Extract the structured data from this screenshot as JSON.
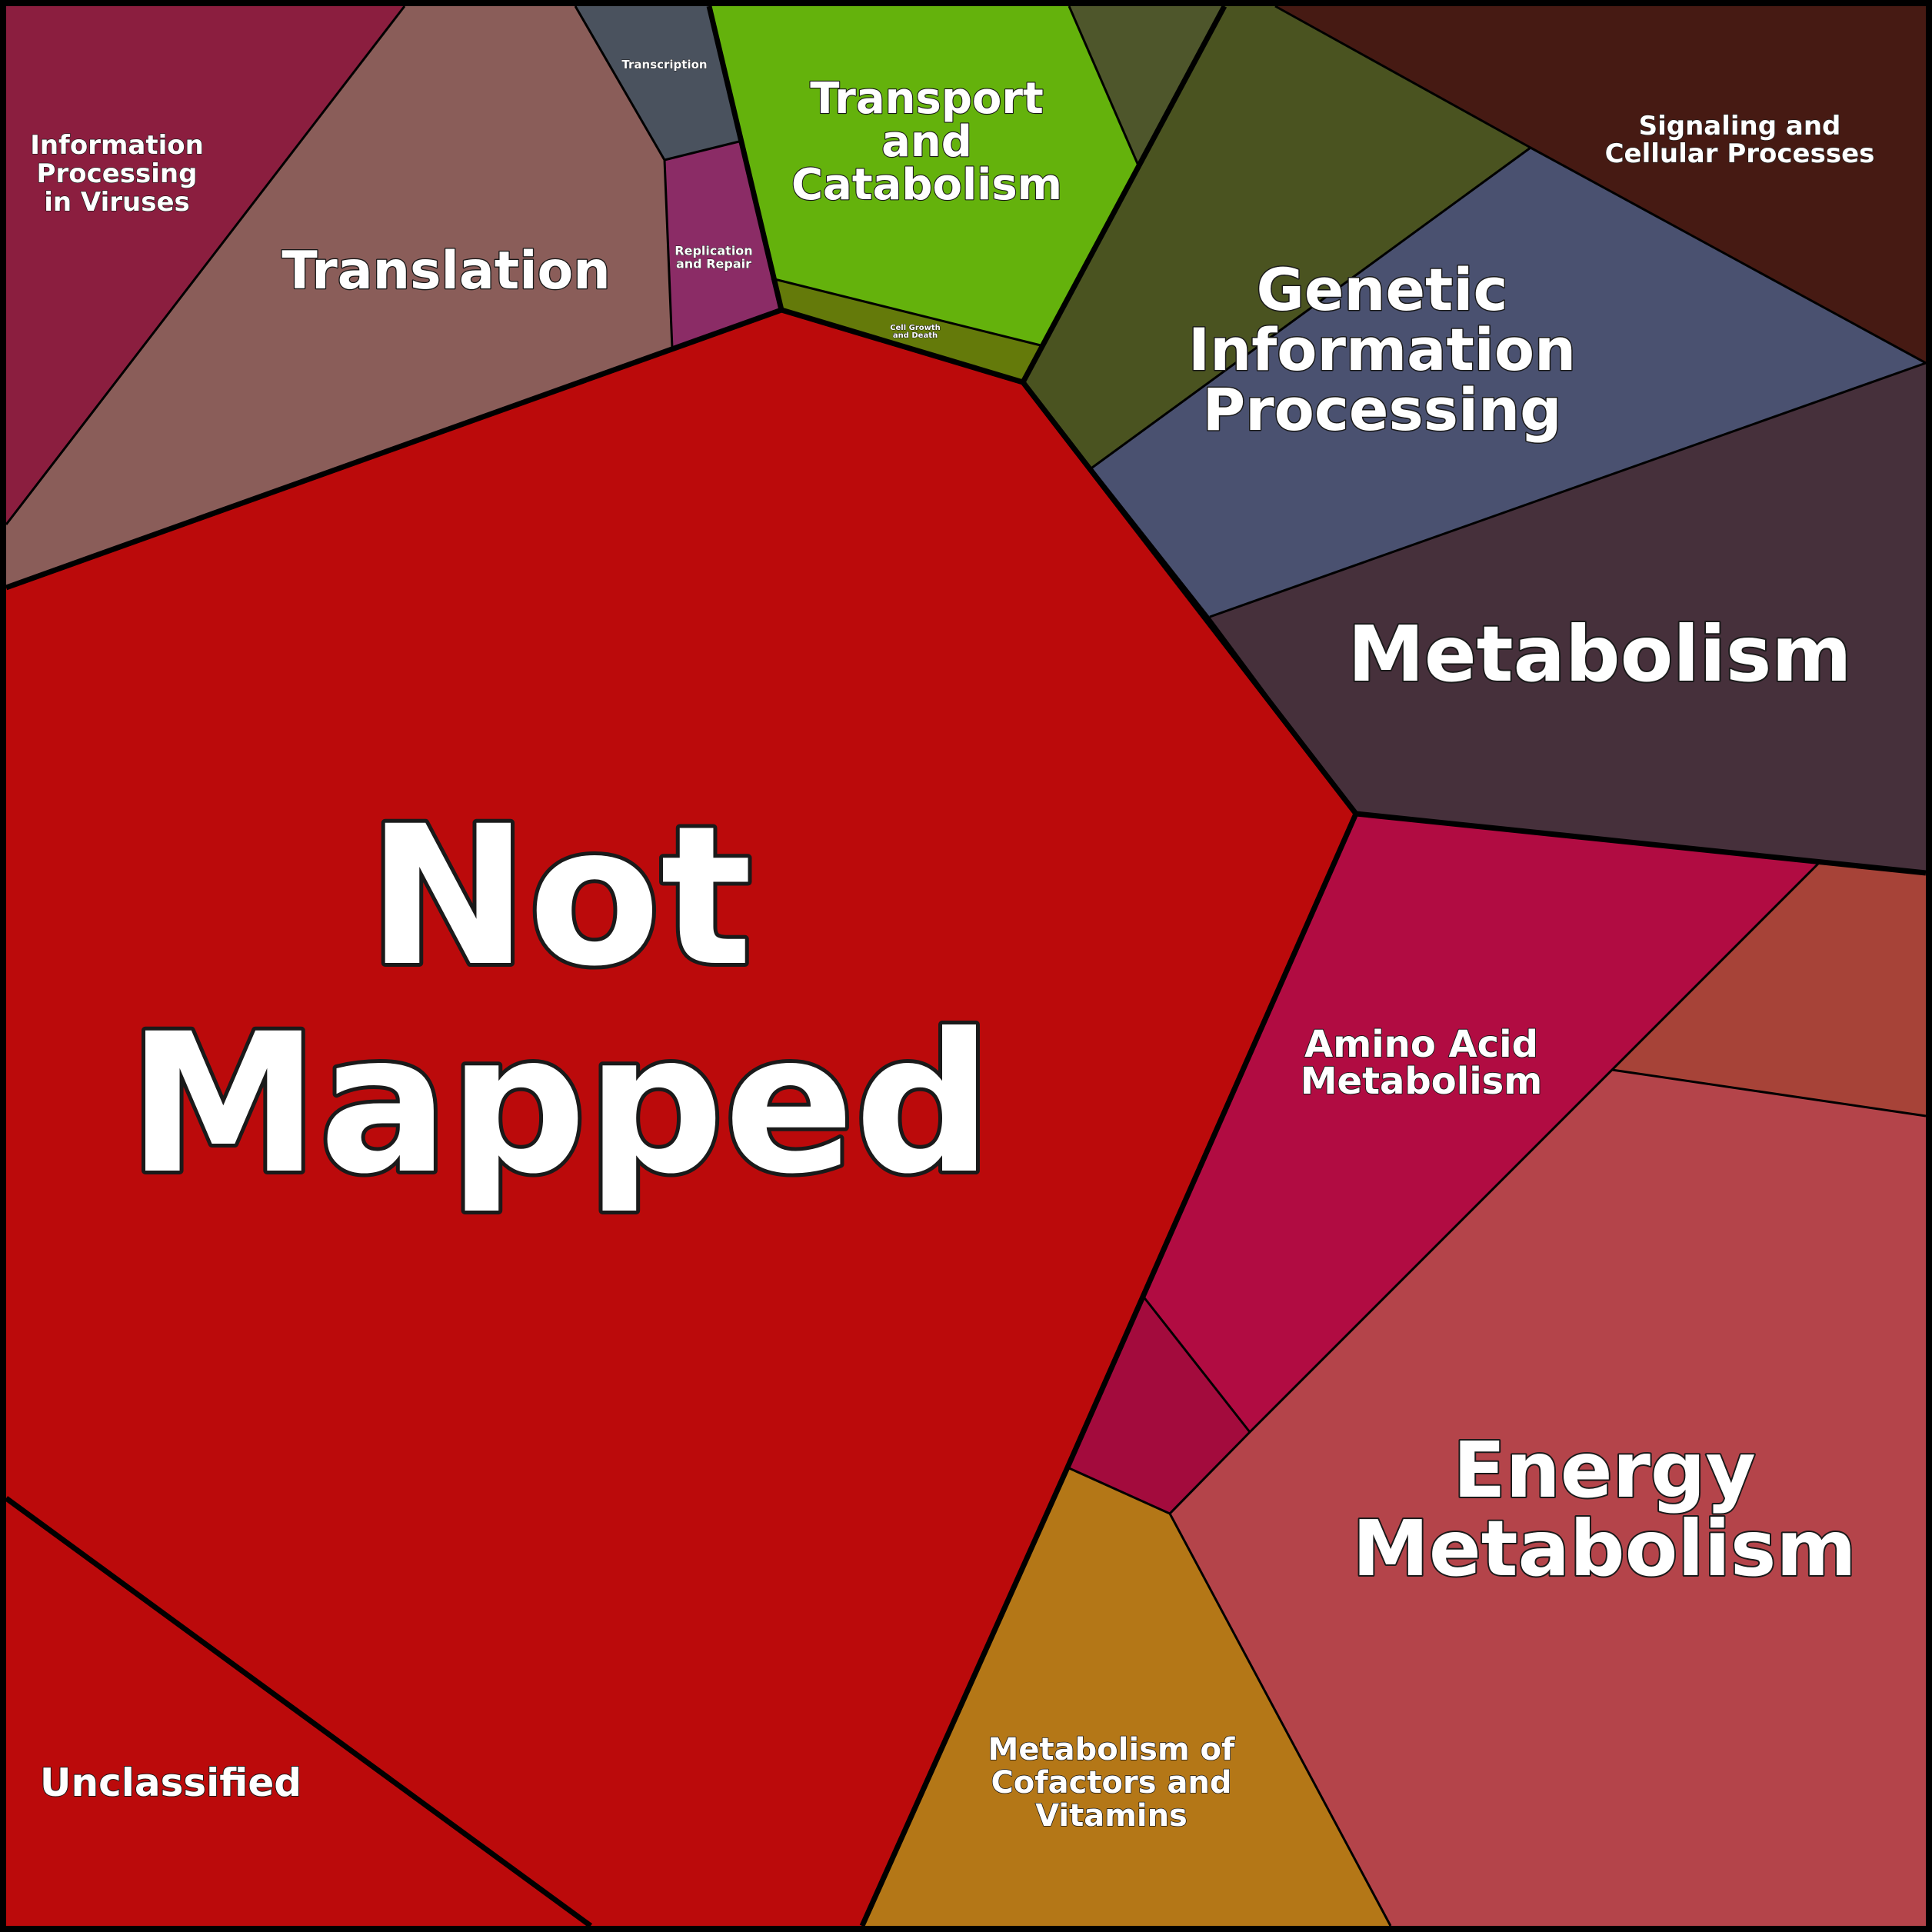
{
  "chart_data": {
    "type": "treemap",
    "title": "",
    "groups": [
      {
        "key": "not_mapped",
        "name": "Not Mapped",
        "label_lines": [
          "Not",
          "Mapped"
        ],
        "color": "#bb0a0b",
        "children": [
          {
            "key": "unclassified",
            "name": "Unclassified",
            "label_lines": [
              "Unclassified"
            ],
            "color": "#bb0a0b"
          }
        ]
      },
      {
        "key": "genetic_information_processing",
        "name": "Genetic Information Processing",
        "label_lines": [
          "Genetic",
          "Information",
          "Processing"
        ],
        "color": "#4a5170",
        "children": [
          {
            "key": "information_processing_in_viruses",
            "name": "Information Processing in Viruses",
            "label_lines": [
              "Information",
              "Processing",
              "in Viruses"
            ],
            "color": "#8b1e3f"
          },
          {
            "key": "translation",
            "name": "Translation",
            "label_lines": [
              "Translation"
            ],
            "color": "#8a5d59"
          },
          {
            "key": "transcription",
            "name": "Transcription",
            "label_lines": [
              "Transcription"
            ],
            "color": "#4a525e"
          },
          {
            "key": "replication_and_repair",
            "name": "Replication and Repair",
            "label_lines": [
              "Replication",
              "and Repair"
            ],
            "color": "#8b2c66"
          }
        ]
      },
      {
        "key": "cellular_processes",
        "name": "",
        "label_lines": [],
        "color": "#4a5320",
        "children": [
          {
            "key": "transport_and_catabolism",
            "name": "Transport and Catabolism",
            "label_lines": [
              "Transport",
              "and",
              "Catabolism"
            ],
            "color": "#64b20c"
          },
          {
            "key": "cell_growth_and_death",
            "name": "Cell Growth and Death",
            "label_lines": [
              "Cell Growth",
              "and Death"
            ],
            "color": "#647a0a"
          }
        ]
      },
      {
        "key": "signaling_and_cellular_processes",
        "name": "Signaling and Cellular Processes",
        "label_lines": [
          "Signaling and",
          "Cellular Processes"
        ],
        "color": "#461a13",
        "children": []
      },
      {
        "key": "metabolism",
        "name": "Metabolism",
        "label_lines": [
          "Metabolism"
        ],
        "color": "#46303b",
        "children": [
          {
            "key": "amino_acid_metabolism",
            "name": "Amino Acid Metabolism",
            "label_lines": [
              "Amino Acid",
              "Metabolism"
            ],
            "color": "#b10c42"
          },
          {
            "key": "energy_metabolism",
            "name": "Energy Metabolism",
            "label_lines": [
              "Energy",
              "Metabolism"
            ],
            "color": "#b4444a"
          },
          {
            "key": "metabolism_of_cofactors_and_vitamins",
            "name": "Metabolism of Cofactors and Vitamins",
            "label_lines": [
              "Metabolism of",
              "Cofactors and",
              "Vitamins"
            ],
            "color": "#b47717"
          }
        ]
      }
    ]
  }
}
